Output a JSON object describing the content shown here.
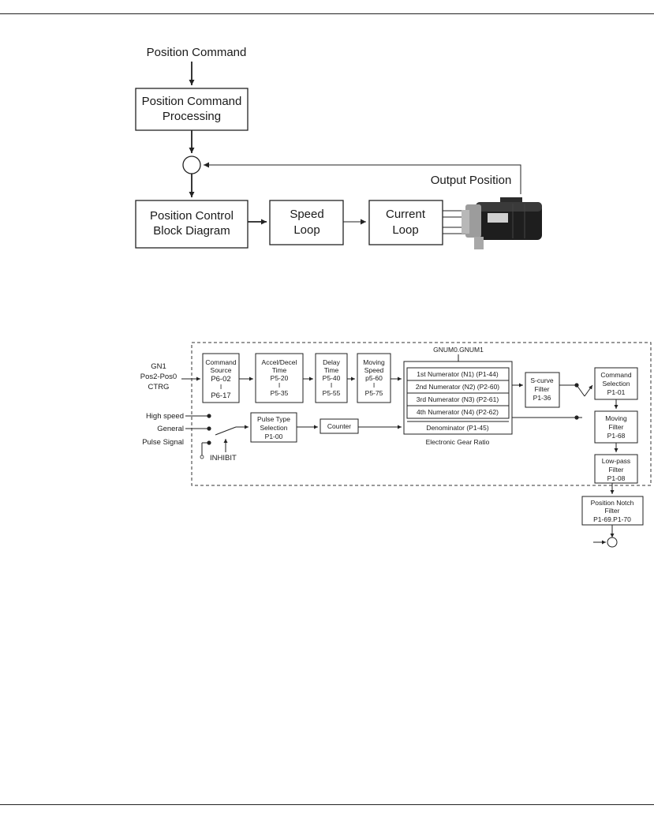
{
  "diagram1": {
    "position_command": "Position Command",
    "processing_l1": "Position Command",
    "processing_l2": "Processing",
    "output_position": "Output Position",
    "pcbd_l1": "Position Control",
    "pcbd_l2": "Block Diagram",
    "speed_l1": "Speed",
    "speed_l2": "Loop",
    "current_l1": "Current",
    "current_l2": "Loop"
  },
  "diagram2": {
    "inputs": [
      "GN1",
      "Pos2-Pos0",
      "CTRG"
    ],
    "high_speed": "High speed",
    "general": "General",
    "pulse_signal": "Pulse Signal",
    "inhibit": "INHIBIT",
    "command_source": [
      "Command",
      "Source",
      "P6-02",
      "I",
      "P6-17"
    ],
    "accel_decel": [
      "Accel/Decel",
      "Time",
      "P5-20",
      "I",
      "P5-35"
    ],
    "delay_time": [
      "Delay",
      "Time",
      "P5-40",
      "I",
      "P5-55"
    ],
    "moving_speed": [
      "Moving",
      "Speed",
      "p5-60",
      "I",
      "P5-75"
    ],
    "gnum": "GNUM0.GNUM1",
    "numerators": [
      "1st Numerator (N1) (P1-44)",
      "2nd Numerator (N2) (P2-60)",
      "3rd Numerator (N3) (P2-61)",
      "4th Numerator (N4) (P2-62)"
    ],
    "denominator": "Denominator (P1-45)",
    "electronic_gear_ratio": "Electronic Gear Ratio",
    "pulse_type": [
      "Pulse Type",
      "Selection",
      "P1-00"
    ],
    "counter": "Counter",
    "s_curve": [
      "S-curve",
      "Filter",
      "P1-36"
    ],
    "command_selection": [
      "Command",
      "Selection",
      "P1-01"
    ],
    "moving_filter": [
      "Moving",
      "Filter",
      "P1-68"
    ],
    "low_pass": [
      "Low-pass",
      "Filter",
      "P1-08"
    ],
    "notch": [
      "Position Notch",
      "Filter",
      "P1-69.P1-70"
    ]
  }
}
